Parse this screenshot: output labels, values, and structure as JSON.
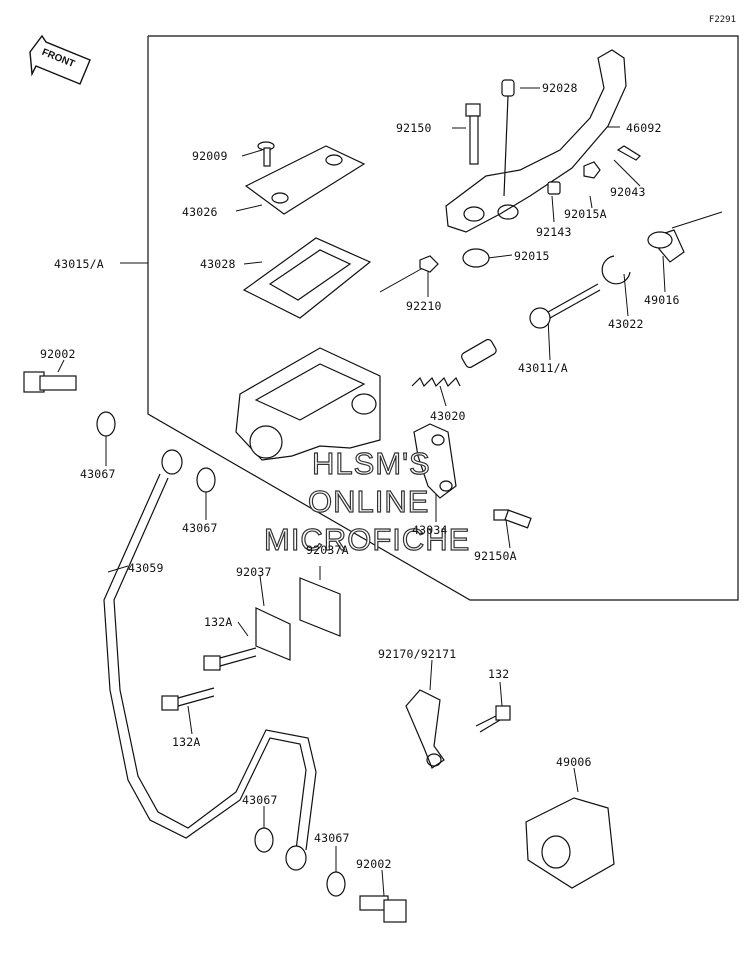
{
  "diagram_code": "F2291",
  "front_arrow_text": "FRONT",
  "watermark": [
    "HLSM'S",
    "ONLINE",
    "MICROFICHE"
  ],
  "part_labels": {
    "p92028": "92028",
    "p92150": "92150",
    "p46092": "46092",
    "p92009": "92009",
    "p92043": "92043",
    "p43026": "43026",
    "p92015A": "92015A",
    "p92143": "92143",
    "p43015A": "43015/A",
    "p43028": "43028",
    "p92015": "92015",
    "p92210": "92210",
    "p49016": "49016",
    "p43022": "43022",
    "p92002a": "92002",
    "p43011A": "43011/A",
    "p43020": "43020",
    "p43067a": "43067",
    "p43067b": "43067",
    "p43034": "43034",
    "p92150A": "92150A",
    "p92037A": "92037A",
    "p43059": "43059",
    "p92037": "92037",
    "p132Aa": "132A",
    "p132Ab": "132A",
    "p92170": "92170/92171",
    "p132": "132",
    "p49006": "49006",
    "p43067c": "43067",
    "p43067d": "43067",
    "p92002b": "92002"
  }
}
